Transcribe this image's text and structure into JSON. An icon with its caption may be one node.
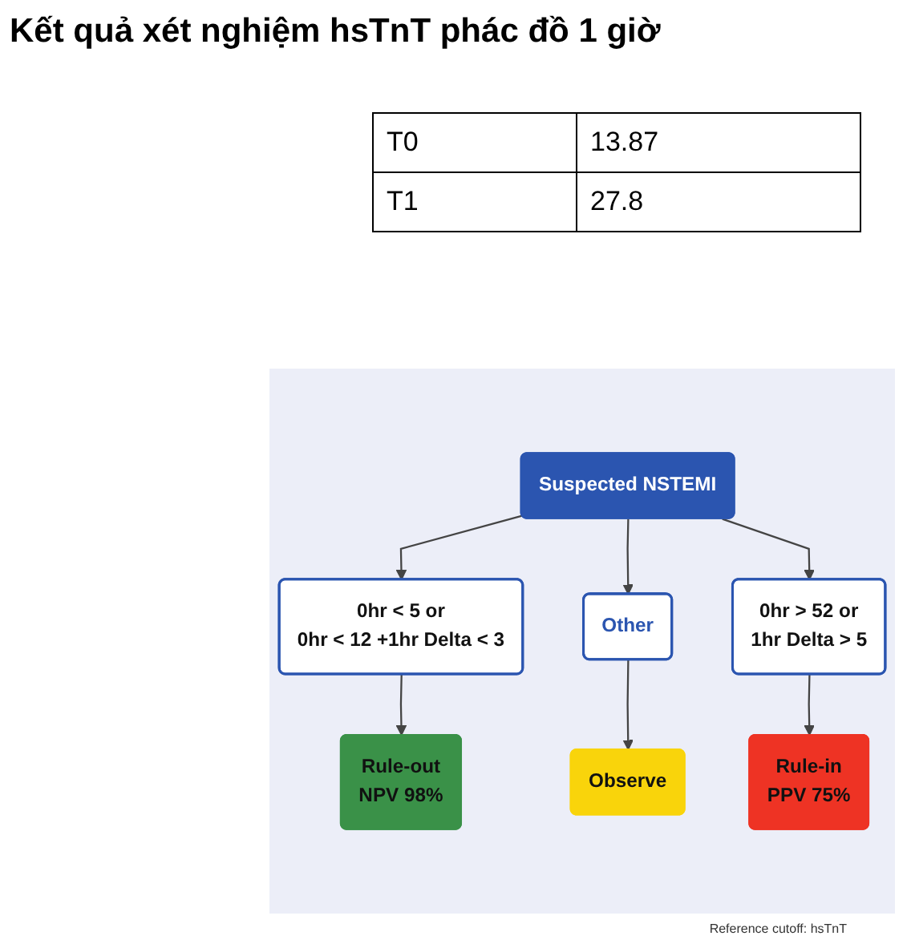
{
  "diagram": {
    "title": "Kết quả xét nghiệm hsTnT phác đồ  1 giờ",
    "nodes": [
      {
        "text": [
          "Suspected NSTEMI"
        ]
      },
      {
        "text": [
          "0hr < 5  or",
          "0hr < 12  +1hr Delta < 3"
        ]
      },
      {
        "text": [
          "Other"
        ]
      },
      {
        "text": [
          "0hr > 52  or",
          "1hr Delta  > 5"
        ]
      },
      {
        "text": [
          "Rule-out",
          "NPV 98%"
        ]
      },
      {
        "text": [
          "Observe"
        ]
      },
      {
        "text": [
          "Rule-in",
          "PPV 75%"
        ]
      }
    ],
    "edges": [
      {
        "from": 0,
        "to": 1,
        "arrow": "to"
      },
      {
        "from": 0,
        "to": 2,
        "arrow": "to"
      },
      {
        "from": 0,
        "to": 3,
        "arrow": "to"
      },
      {
        "from": 1,
        "to": 4,
        "arrow": "to"
      },
      {
        "from": 2,
        "to": 5,
        "arrow": "to"
      },
      {
        "from": 3,
        "to": 6,
        "arrow": "to"
      }
    ],
    "labels": [
      "T0",
      "13.87",
      "T1",
      "27.8",
      "Reference cutoff: hsTnT"
    ]
  }
}
